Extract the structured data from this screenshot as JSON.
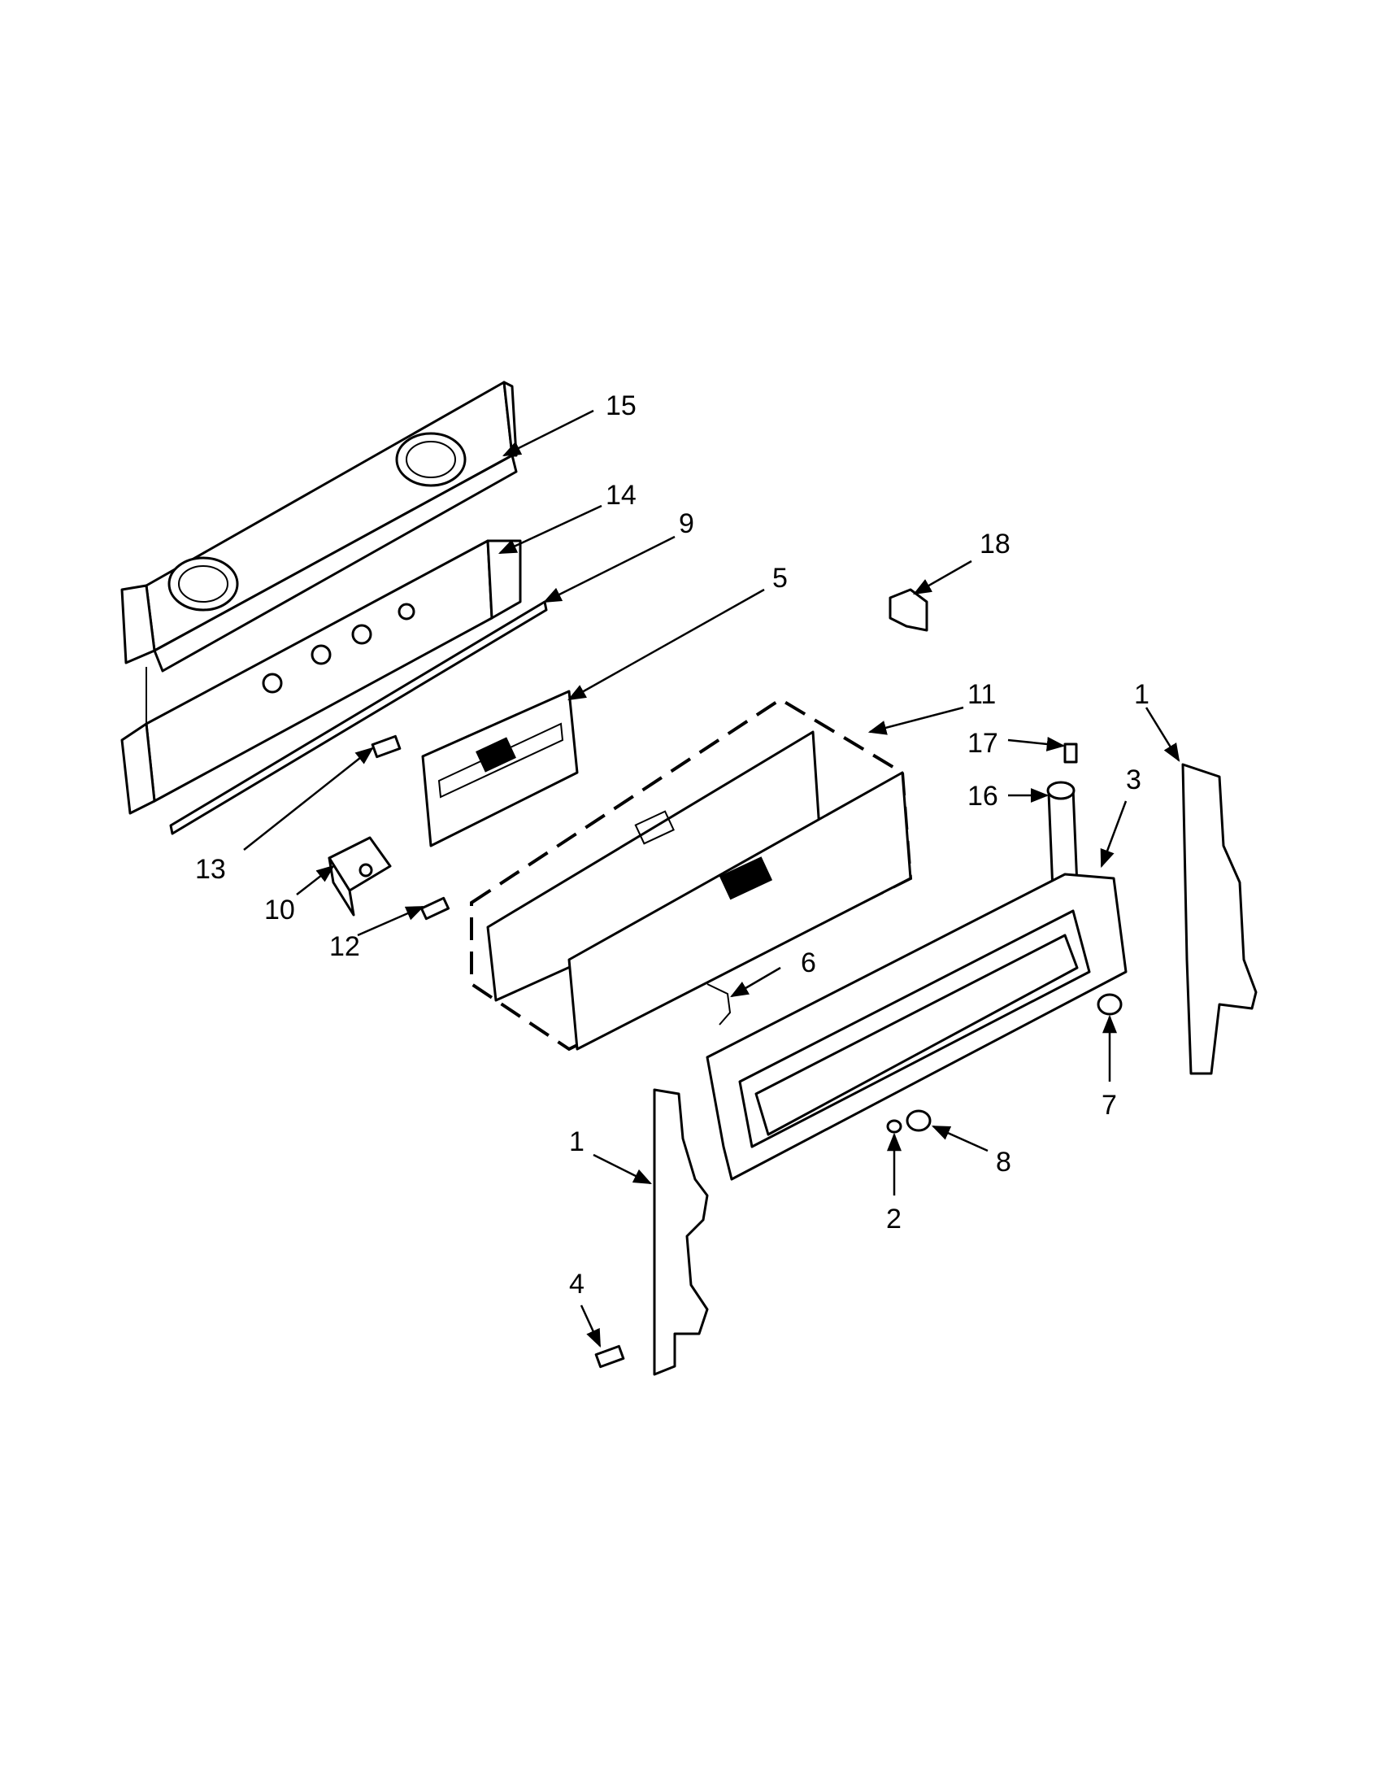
{
  "diagram": {
    "callouts": [
      {
        "id": "c15",
        "label": "15"
      },
      {
        "id": "c14",
        "label": "14"
      },
      {
        "id": "c9",
        "label": "9"
      },
      {
        "id": "c5",
        "label": "5"
      },
      {
        "id": "c18",
        "label": "18"
      },
      {
        "id": "c11",
        "label": "11"
      },
      {
        "id": "c17",
        "label": "17"
      },
      {
        "id": "c16",
        "label": "16"
      },
      {
        "id": "c1a",
        "label": "1"
      },
      {
        "id": "c3",
        "label": "3"
      },
      {
        "id": "c13",
        "label": "13"
      },
      {
        "id": "c10",
        "label": "10"
      },
      {
        "id": "c12",
        "label": "12"
      },
      {
        "id": "c6",
        "label": "6"
      },
      {
        "id": "c7",
        "label": "7"
      },
      {
        "id": "c1b",
        "label": "1"
      },
      {
        "id": "c8",
        "label": "8"
      },
      {
        "id": "c2",
        "label": "2"
      },
      {
        "id": "c4",
        "label": "4"
      }
    ]
  }
}
